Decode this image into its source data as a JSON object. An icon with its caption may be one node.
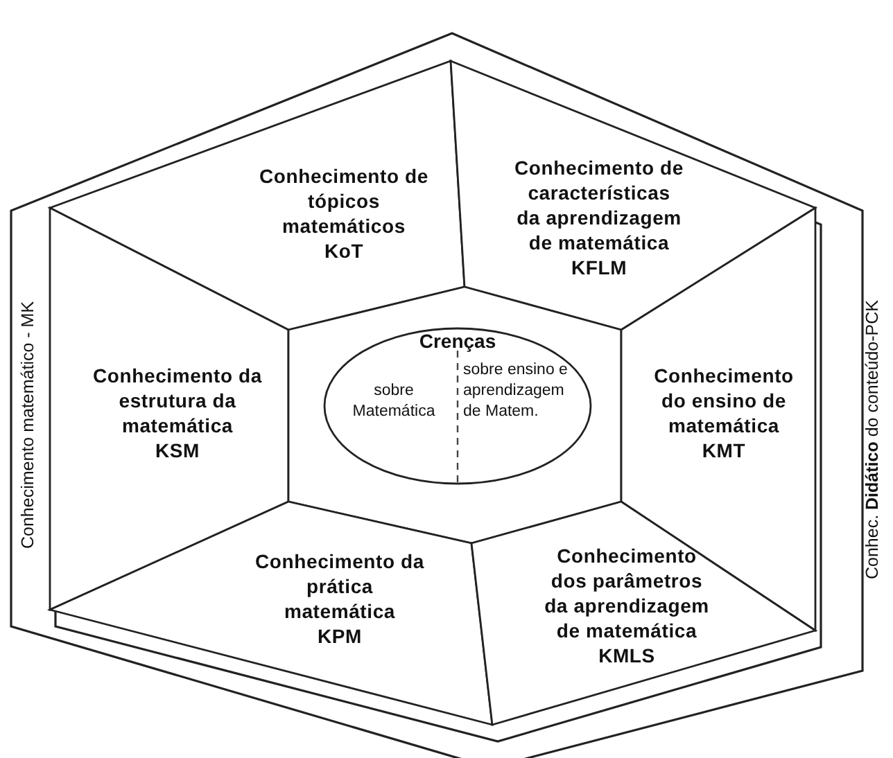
{
  "diagram": {
    "nodes": [
      {
        "text": [
          "Conhecimento matemático - MK",
          "Conhec. **Didático** do conteúdo-PCK"
        ]
      },
      {
        "text": [
          "Conhecimento de tópicos matemáticos",
          "KoT"
        ],
        "in": 0
      },
      {
        "text": [
          "Conhecimento de características da aprendizagem de matemática",
          "KFLM"
        ],
        "in": 0
      },
      {
        "text": [
          "Conhecimento da estrutura da matemática",
          "KSM"
        ],
        "in": 0
      },
      {
        "text": [
          "Crenças",
          "sobre Matemática",
          "sobre ensino e aprendizagem de Matem."
        ],
        "in": 0
      },
      {
        "text": [
          "Conhecimento do ensino de matemática",
          "KMT"
        ],
        "in": 0
      },
      {
        "text": [
          "Conhecimento da prática matemática",
          "KPM"
        ],
        "in": 0
      },
      {
        "text": [
          "Conhecimento dos parâmetros da aprendizagem de matemática",
          "KMLS"
        ],
        "in": 0
      }
    ],
    "edges": []
  }
}
